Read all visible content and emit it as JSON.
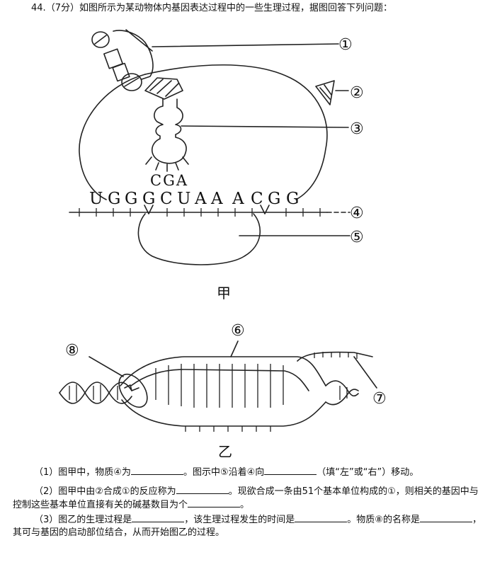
{
  "question": {
    "number": "44.",
    "points": "（7分）",
    "stem": "如图所示为某动物体内基因表达过程中的一些生理过程，据图回答下列问题："
  },
  "figure_a": {
    "caption": "甲",
    "codon": "CGA",
    "mrna_sequence": [
      "U",
      "G",
      "G",
      "G",
      "C",
      "U",
      "A",
      "A",
      "A",
      "C",
      "G",
      "G"
    ],
    "labels": [
      "①",
      "②",
      "③",
      "④",
      "⑤"
    ]
  },
  "figure_b": {
    "caption": "乙",
    "labels": [
      "⑥",
      "⑦",
      "⑧"
    ]
  },
  "questions": [
    {
      "parts": [
        "（1）图甲中，物质④为",
        "。图示中⑤沿着④向",
        "（填“左”或“右”）移动。"
      ]
    },
    {
      "parts": [
        "（2）图甲中由②合成①的反应称为",
        "。现欲合成一条由51个基本单位构成的①，则相关的基因中与控制这些基本单位直接有关的碱基数目为个",
        "。"
      ]
    },
    {
      "parts": [
        "（3）图乙的生理过程是",
        "，该生理过程发生的时间是",
        "。物质⑧的名称是",
        "，其可与基因的启动部位结合，从而开始图乙的过程。"
      ]
    }
  ]
}
